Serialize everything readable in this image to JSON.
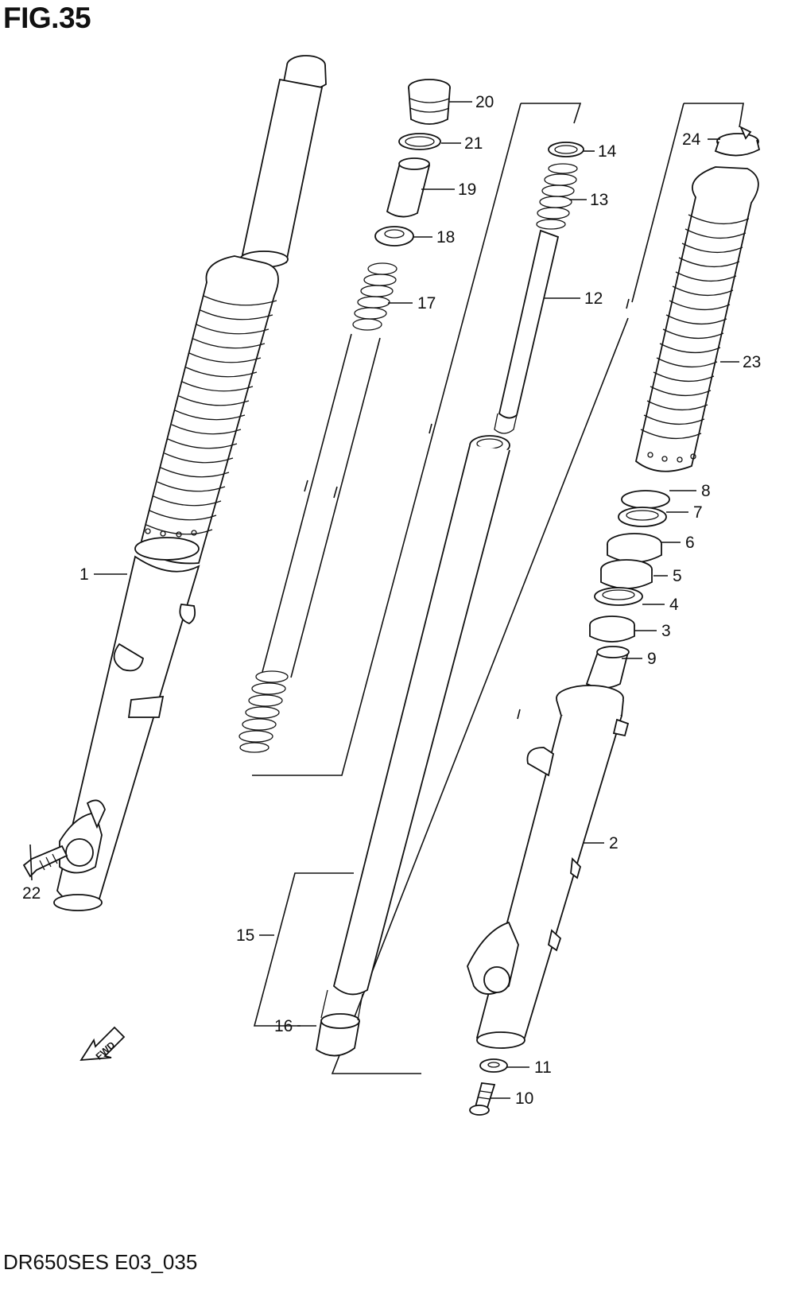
{
  "figure": {
    "title": "FIG.35",
    "footer": "DR650SES E03_035",
    "fwd_label": "FWD"
  },
  "callouts": [
    {
      "id": "1",
      "label": "1"
    },
    {
      "id": "2",
      "label": "2"
    },
    {
      "id": "3",
      "label": "3"
    },
    {
      "id": "4",
      "label": "4"
    },
    {
      "id": "5",
      "label": "5"
    },
    {
      "id": "6",
      "label": "6"
    },
    {
      "id": "7",
      "label": "7"
    },
    {
      "id": "8",
      "label": "8"
    },
    {
      "id": "9",
      "label": "9"
    },
    {
      "id": "10",
      "label": "10"
    },
    {
      "id": "11",
      "label": "11"
    },
    {
      "id": "12",
      "label": "12"
    },
    {
      "id": "13",
      "label": "13"
    },
    {
      "id": "14",
      "label": "14"
    },
    {
      "id": "15",
      "label": "15"
    },
    {
      "id": "16",
      "label": "16"
    },
    {
      "id": "17",
      "label": "17"
    },
    {
      "id": "18",
      "label": "18"
    },
    {
      "id": "19",
      "label": "19"
    },
    {
      "id": "20",
      "label": "20"
    },
    {
      "id": "21",
      "label": "21"
    },
    {
      "id": "22",
      "label": "22"
    },
    {
      "id": "23",
      "label": "23"
    },
    {
      "id": "24",
      "label": "24"
    }
  ]
}
